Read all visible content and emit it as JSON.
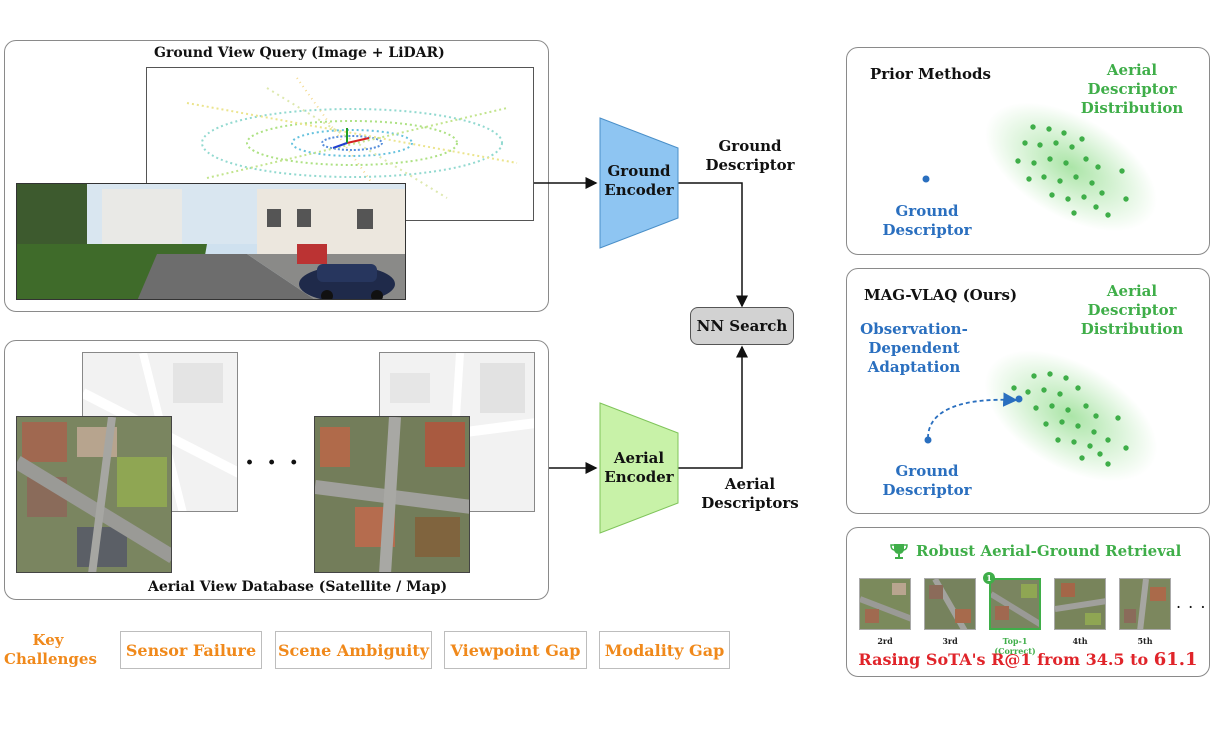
{
  "ground_panel": {
    "title": "Ground View Query (Image + LiDAR)"
  },
  "aerial_panel": {
    "title": "Aerial View Database (Satellite / Map)",
    "ellipsis": "· · ·"
  },
  "ground_encoder": {
    "line1": "Ground",
    "line2": "Encoder"
  },
  "aerial_encoder": {
    "line1": "Aerial",
    "line2": "Encoder"
  },
  "ground_descriptor": {
    "line1": "Ground",
    "line2": "Descriptor"
  },
  "aerial_descriptors": {
    "line1": "Aerial",
    "line2": "Descriptors"
  },
  "nn_search": "NN Search",
  "prior_methods": {
    "title": "Prior Methods",
    "aerial_label": [
      "Aerial",
      "Descriptor",
      "Distribution"
    ],
    "ground_label": [
      "Ground",
      "Descriptor"
    ]
  },
  "ours": {
    "title": "MAG-VLAQ (Ours)",
    "aerial_label": [
      "Aerial",
      "Descriptor",
      "Distribution"
    ],
    "adaptation_label": [
      "Observation-",
      "Dependent",
      "Adaptation"
    ],
    "ground_label": [
      "Ground",
      "Descriptor"
    ]
  },
  "retrieval": {
    "title": "Robust Aerial-Ground Retrieval",
    "ranks": [
      "2rd",
      "3rd",
      "Top-1 (Correct)",
      "4th",
      "5th"
    ],
    "badge": "1",
    "ellipsis": ". . .",
    "result_prefix": "Rasing SoTA's R@1 from 34.5 to ",
    "result_value": "61.1"
  },
  "challenges": {
    "label_line1": "Key",
    "label_line2": "Challenges",
    "items": [
      "Sensor Failure",
      "Scene Ambiguity",
      "Viewpoint Gap",
      "Modality Gap"
    ]
  },
  "colors": {
    "ground_encoder": "#8ec5f2",
    "aerial_encoder": "#c8f2a8",
    "blue_text": "#2a6fbf",
    "green_text": "#3fae49",
    "orange": "#f0891b",
    "red": "#e0242a",
    "nn_box": "#d2d2d2"
  }
}
